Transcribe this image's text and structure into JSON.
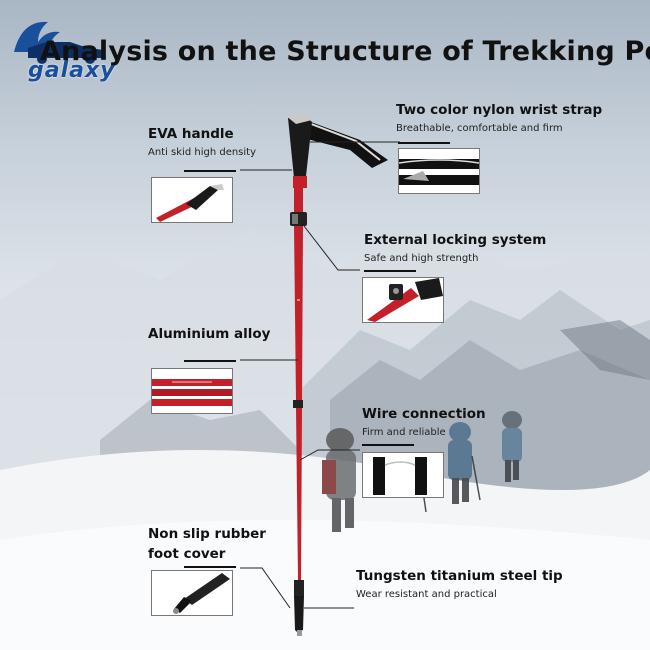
{
  "title": "Analysis on the Structure of Trekking Pole",
  "logo": {
    "text": "galaxy"
  },
  "callouts": {
    "eva_handle": {
      "label": "EVA handle",
      "desc": "Anti skid high density"
    },
    "wrist_strap": {
      "label": "Two color nylon wrist strap",
      "desc": "Breathable, comfortable and firm"
    },
    "locking": {
      "label": "External locking system",
      "desc": "Safe and high strength"
    },
    "alloy": {
      "label": "Aluminium alloy",
      "desc": ""
    },
    "wire": {
      "label": "Wire connection",
      "desc": "Firm and reliable"
    },
    "foot_cover": {
      "label": "Non slip rubber",
      "label2": "foot cover",
      "desc": ""
    },
    "tip": {
      "label": "Tungsten titanium steel tip",
      "desc": "Wear resistant and practical"
    }
  },
  "colors": {
    "pole_red": "#c4202a",
    "handle_black": "#1a1a1a",
    "logo_blue": "#1a4f9c"
  },
  "icons": {
    "logo": "car-wave-logo-icon"
  }
}
